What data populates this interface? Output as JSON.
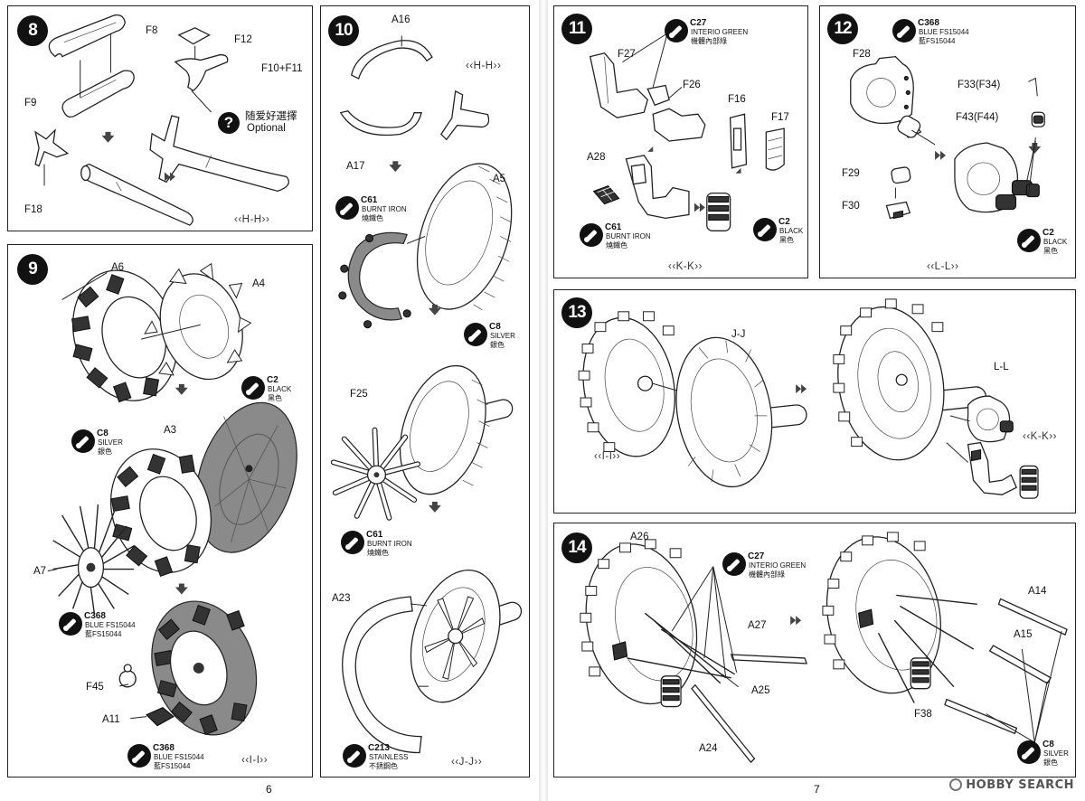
{
  "pages": {
    "left": "6",
    "right": "7"
  },
  "watermark": "HOBBY SEARCH",
  "steps": {
    "s8": {
      "number": "8",
      "parts": {
        "f8": "F8",
        "f9": "F9",
        "f12": "F12",
        "f10_f11": "F10+F11",
        "f18": "F18"
      },
      "optional_cn": "随爱好選擇",
      "optional_en": "Optional",
      "subassembly": "H-H"
    },
    "s9": {
      "number": "9",
      "parts": {
        "a6": "A6",
        "a4": "A4",
        "a3": "A3",
        "a7": "A7",
        "f45": "F45",
        "a11": "A11"
      },
      "paints": {
        "black": {
          "code": "C2",
          "en": "BLACK",
          "cn": "黑色"
        },
        "silver": {
          "code": "C8",
          "en": "SILVER",
          "cn": "銀色"
        },
        "blue1": {
          "code": "C368",
          "en": "BLUE FS15044",
          "cn": "藍FS15044"
        },
        "blue2": {
          "code": "C368",
          "en": "BLUE FS15044",
          "cn": "藍FS15044"
        }
      },
      "subassembly": "I-I"
    },
    "s10": {
      "number": "10",
      "parts": {
        "a16": "A16",
        "a17": "A17",
        "a5": "A5",
        "f25": "F25",
        "a23": "A23"
      },
      "hh_label": "H-H",
      "paints": {
        "iron1": {
          "code": "C61",
          "en": "BURNT IRON",
          "cn": "燒鐵色"
        },
        "silver": {
          "code": "C8",
          "en": "SILVER",
          "cn": "銀色"
        },
        "iron2": {
          "code": "C61",
          "en": "BURNT IRON",
          "cn": "燒鐵色"
        },
        "stainless": {
          "code": "C213",
          "en": "STAINLESS",
          "cn": "不銹鋼色"
        }
      },
      "subassembly": "J-J"
    },
    "s11": {
      "number": "11",
      "parts": {
        "f27": "F27",
        "f26": "F26",
        "f16": "F16",
        "f17": "F17",
        "a28": "A28"
      },
      "paints": {
        "interior": {
          "code": "C27",
          "en": "INTERIO GREEN",
          "cn": "機體內部綠"
        },
        "iron": {
          "code": "C61",
          "en": "BURNT IRON",
          "cn": "燒鐵色"
        },
        "black": {
          "code": "C2",
          "en": "BLACK",
          "cn": "黑色"
        }
      },
      "subassembly": "K-K"
    },
    "s12": {
      "number": "12",
      "parts": {
        "f28": "F28",
        "f33": "F33(F34)",
        "f43": "F43(F44)",
        "f29": "F29",
        "f30": "F30"
      },
      "paints": {
        "blue": {
          "code": "C368",
          "en": "BLUE FS15044",
          "cn": "藍FS15044"
        },
        "black": {
          "code": "C2",
          "en": "BLACK",
          "cn": "黑色"
        }
      },
      "subassembly": "L-L"
    },
    "s13": {
      "number": "13",
      "labels": {
        "jj": "J-J",
        "ii": "I-I",
        "ll": "L-L",
        "kk": "K-K"
      }
    },
    "s14": {
      "number": "14",
      "parts": {
        "a26": "A26",
        "a27": "A27",
        "a25": "A25",
        "a24": "A24",
        "a14": "A14",
        "a15": "A15",
        "f38": "F38"
      },
      "paints": {
        "interior": {
          "code": "C27",
          "en": "INTERIO GREEN",
          "cn": "機體內部綠"
        },
        "silver": {
          "code": "C8",
          "en": "SILVER",
          "cn": "銀色"
        }
      }
    }
  }
}
